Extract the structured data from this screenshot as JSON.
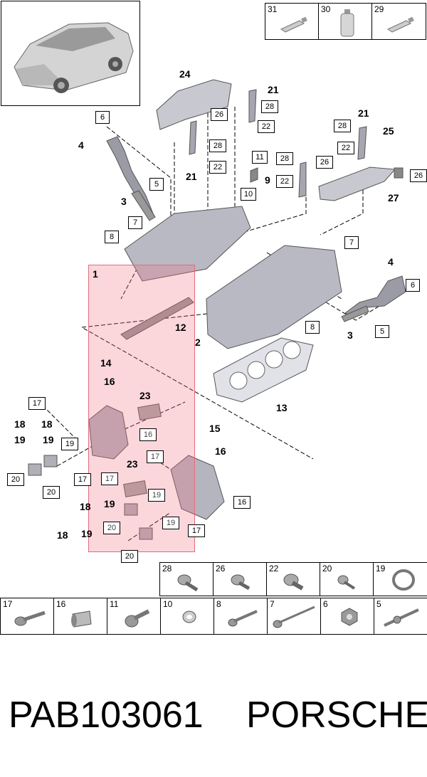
{
  "top_table": [
    {
      "num": "31",
      "icon": "tube-icon"
    },
    {
      "num": "30",
      "icon": "bottle-icon"
    },
    {
      "num": "29",
      "icon": "tube-icon"
    }
  ],
  "callouts_boxed": [
    {
      "id": "6",
      "label": "6"
    },
    {
      "id": "5",
      "label": "5"
    },
    {
      "id": "7",
      "label": "7"
    },
    {
      "id": "8",
      "label": "8"
    },
    {
      "id": "26a",
      "label": "26"
    },
    {
      "id": "28a",
      "label": "28"
    },
    {
      "id": "22a",
      "label": "22"
    },
    {
      "id": "28b",
      "label": "28"
    },
    {
      "id": "22b",
      "label": "22"
    },
    {
      "id": "11",
      "label": "11"
    },
    {
      "id": "10",
      "label": "10"
    },
    {
      "id": "28c",
      "label": "28"
    },
    {
      "id": "22c",
      "label": "22"
    },
    {
      "id": "28d",
      "label": "28"
    },
    {
      "id": "22d",
      "label": "22"
    },
    {
      "id": "26b",
      "label": "26"
    },
    {
      "id": "26c",
      "label": "26"
    },
    {
      "id": "7b",
      "label": "7"
    },
    {
      "id": "6b",
      "label": "6"
    },
    {
      "id": "8b",
      "label": "8"
    },
    {
      "id": "5b",
      "label": "5"
    },
    {
      "id": "17a",
      "label": "17"
    },
    {
      "id": "19a",
      "label": "19"
    },
    {
      "id": "20a",
      "label": "20"
    },
    {
      "id": "20b",
      "label": "20"
    },
    {
      "id": "17b",
      "label": "17"
    },
    {
      "id": "16a",
      "label": "16"
    },
    {
      "id": "17c",
      "label": "17"
    },
    {
      "id": "17d",
      "label": "17"
    },
    {
      "id": "16b",
      "label": "16"
    },
    {
      "id": "19b",
      "label": "19"
    },
    {
      "id": "20c",
      "label": "20"
    },
    {
      "id": "19c",
      "label": "19"
    },
    {
      "id": "17e",
      "label": "17"
    },
    {
      "id": "20d",
      "label": "20"
    }
  ],
  "callouts_bold": [
    "24",
    "21",
    "4",
    "3",
    "9",
    "21",
    "25",
    "21",
    "27",
    "1",
    "12",
    "2",
    "4",
    "3",
    "13",
    "14",
    "16",
    "23",
    "18",
    "19",
    "18",
    "19",
    "15",
    "16",
    "23",
    "18",
    "19",
    "18",
    "19"
  ],
  "bottom_table_row1": [
    {
      "num": "28",
      "icon": "screw-icon"
    },
    {
      "num": "26",
      "icon": "screw-icon"
    },
    {
      "num": "22",
      "icon": "screw-icon"
    },
    {
      "num": "20",
      "icon": "screw-icon"
    },
    {
      "num": "19",
      "icon": "ring-icon"
    }
  ],
  "bottom_table_row2": [
    {
      "num": "17",
      "icon": "bolt-icon"
    },
    {
      "num": "16",
      "icon": "sleeve-icon"
    },
    {
      "num": "11",
      "icon": "bolt-icon"
    },
    {
      "num": "10",
      "icon": "washer-icon"
    },
    {
      "num": "8",
      "icon": "stud-icon"
    },
    {
      "num": "7",
      "icon": "long-bolt-icon"
    },
    {
      "num": "6",
      "icon": "nut-icon"
    },
    {
      "num": "5",
      "icon": "stud-icon"
    }
  ],
  "footer": {
    "part_number": "PAB103061",
    "brand": "PORSCHE"
  }
}
